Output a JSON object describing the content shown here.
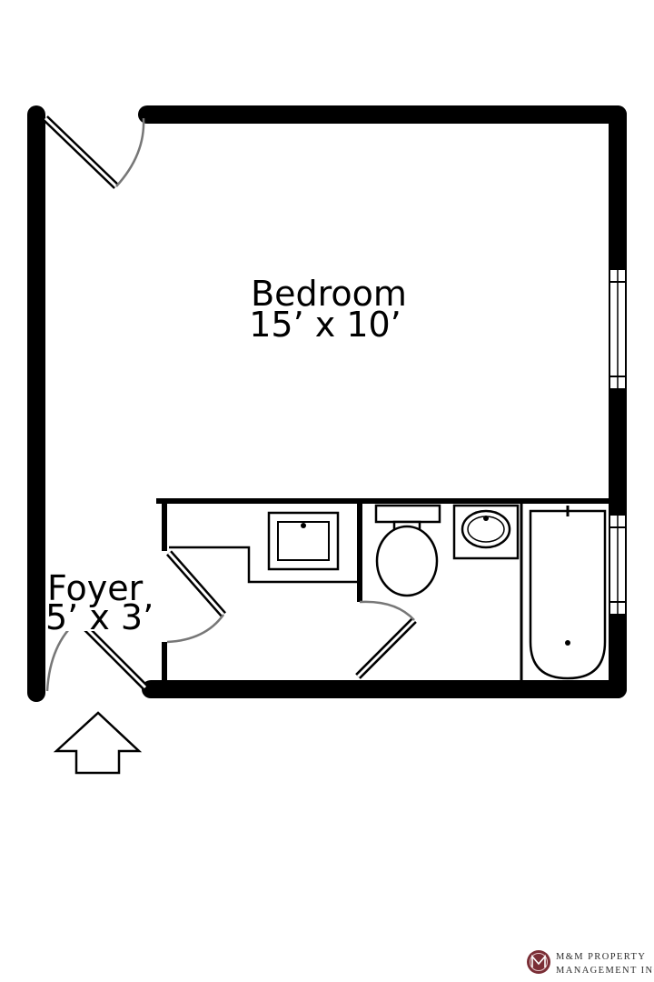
{
  "rooms": {
    "bedroom": {
      "name": "Bedroom",
      "dimensions": "15’ x 10’"
    },
    "foyer": {
      "name": "Foyer",
      "dimensions": "5’ x 3’"
    }
  },
  "logo": {
    "line1": "M&M PROPERTY",
    "line2": "MANAGEMENT INC",
    "color": "#7a2e36"
  },
  "icons": {
    "entry": "entry-arrow-icon"
  }
}
